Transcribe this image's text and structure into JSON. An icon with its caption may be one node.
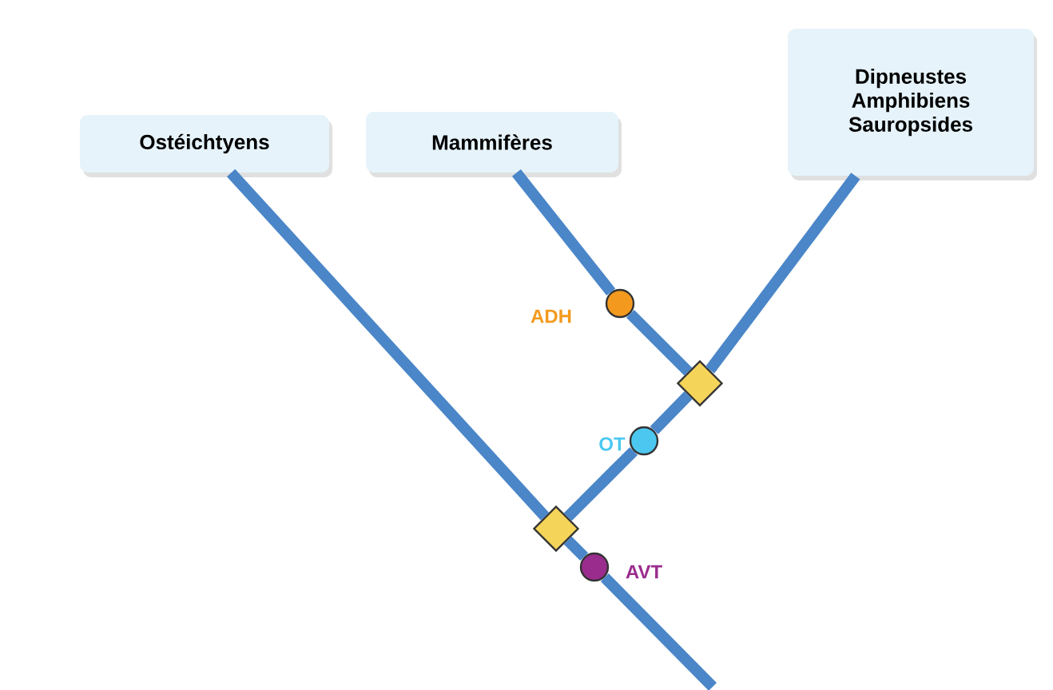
{
  "diagram": {
    "nodes": [
      {
        "text": [
          "Ostéichtyens"
        ]
      },
      {
        "text": [
          "Mammifères"
        ]
      },
      {
        "text": [
          "Dipneustes Amphibiens Sauropsides"
        ]
      },
      {
        "text": [],
        "shape": "circle",
        "beside": [
          "ADH"
        ]
      },
      {
        "text": [],
        "shape": "diamond"
      },
      {
        "text": [],
        "shape": "circle",
        "beside": [
          "OT"
        ]
      },
      {
        "text": [],
        "shape": "diamond"
      },
      {
        "text": [],
        "shape": "circle",
        "beside": [
          "AVT"
        ]
      }
    ],
    "edges": [
      {
        "from": 1,
        "to": 3,
        "arrow": "none"
      },
      {
        "from": 3,
        "to": 4,
        "arrow": "none"
      },
      {
        "from": 2,
        "to": 4,
        "arrow": "none"
      },
      {
        "from": 4,
        "to": 5,
        "arrow": "none"
      },
      {
        "from": 5,
        "to": 6,
        "arrow": "none"
      },
      {
        "from": 0,
        "to": 6,
        "arrow": "none"
      },
      {
        "from": 6,
        "to": 7,
        "arrow": "none"
      },
      {
        "from": 7,
        "to": null,
        "arrow": "none"
      }
    ]
  }
}
